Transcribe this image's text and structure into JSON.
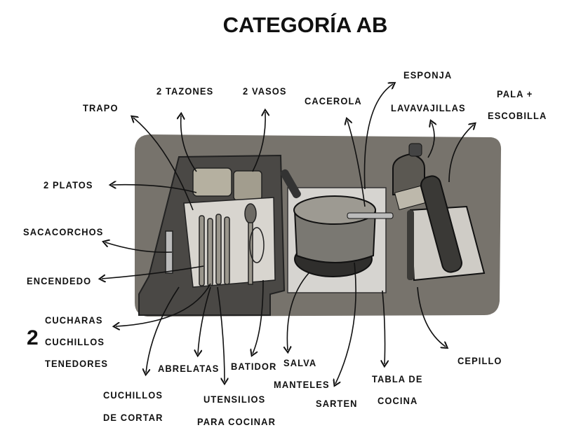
{
  "title": "CATEGORÍA AB",
  "labels": {
    "trapo": "TRAPO",
    "tazones": "2 TAZONES",
    "vasos": "2 VASOS",
    "cacerola": "CACEROLA",
    "esponja": "ESPONJA",
    "lavavajillas": "LAVAVAJILLAS",
    "pala": "PALA +",
    "escobilla": "ESCOBILLA",
    "platos": "2 PLATOS",
    "sacacorchos": "SACACORCHOS",
    "encendedo": "ENCENDEDO",
    "count2": "2",
    "cucharas": "CUCHARAS",
    "cuchillos": "CUCHILLOS",
    "tenedores": "TENEDORES",
    "abrelatas": "ABRELATAS",
    "batidor": "BATIDOR",
    "salva": "SALVA",
    "manteles": "MANTELES",
    "sarten": "SARTEN",
    "tabla": "TABLA DE",
    "cocina": "COCINA",
    "cepillo": "CEPILLO",
    "cuchillos_cortar_1": "CUCHILLOS",
    "cuchillos_cortar_2": "DE CORTAR",
    "utensilios_1": "UTENSILIOS",
    "utensilios_2": "PARA COCINAR"
  }
}
